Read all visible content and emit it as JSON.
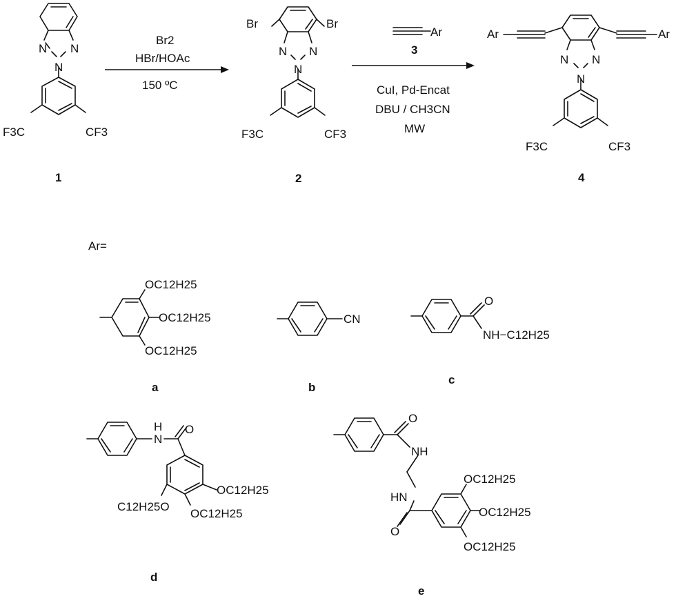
{
  "compounds": {
    "c1": {
      "number": "1"
    },
    "c2": {
      "number": "2"
    },
    "c4": {
      "number": "4"
    }
  },
  "atoms": {
    "N": "N",
    "Br": "Br",
    "F3C": "F3C",
    "CF3": "CF3",
    "Ar": "Ar",
    "CN": "CN",
    "O": "O",
    "NH": "NH",
    "HN": "HN",
    "H": "H",
    "N_top": "N",
    "OC12H25": "OC12H25",
    "C12H25O": "C12H25O",
    "NH_C12H25": "NH−C12H25"
  },
  "step1": {
    "reagent_line1": "Br2",
    "reagent_line2": "HBr/HOAc",
    "conditions": "150 ºC"
  },
  "step2": {
    "reagent_label": "3",
    "reagent_ar": "Ar",
    "cond_line1": "CuI, Pd-Encat",
    "cond_line2": "DBU / CH3CN",
    "cond_line3": "MW"
  },
  "ar_header": "Ar=",
  "substituents": {
    "a": {
      "label": "a"
    },
    "b": {
      "label": "b"
    },
    "c": {
      "label": "c"
    },
    "d": {
      "label": "d"
    },
    "e": {
      "label": "e"
    }
  }
}
